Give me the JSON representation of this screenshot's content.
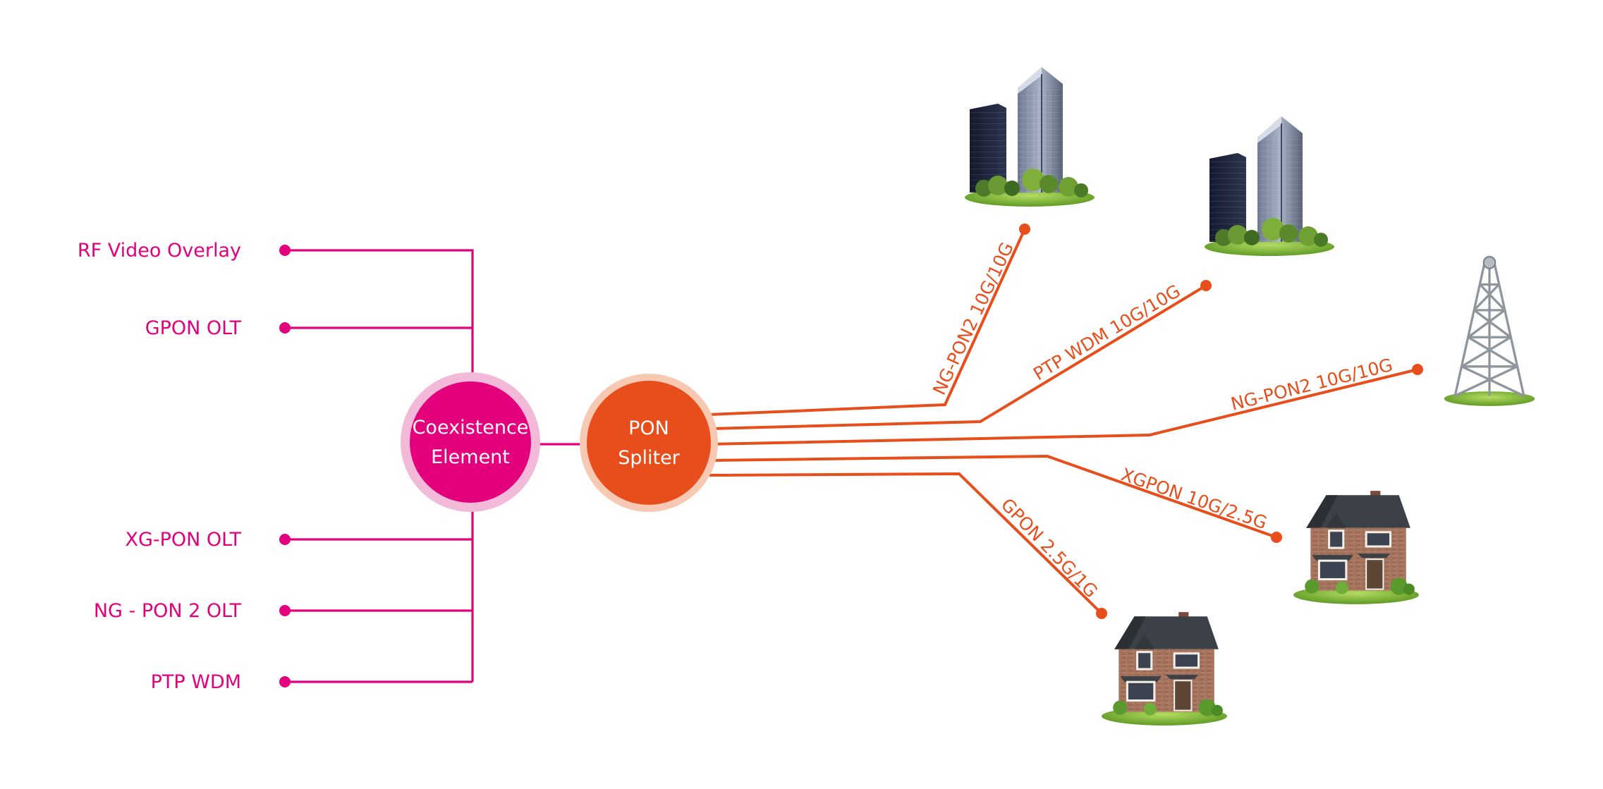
{
  "colors": {
    "magenta": "#e4007c",
    "magenta_halo": "#f2b9d8",
    "orange": "#e84e1b",
    "orange_halo": "#f7c9b3",
    "grass": "#8cc63f"
  },
  "left_sources": [
    {
      "label": "RF Video Overlay"
    },
    {
      "label": "GPON OLT"
    },
    {
      "label": "XG-PON OLT"
    },
    {
      "label": "NG - PON 2 OLT"
    },
    {
      "label": "PTP WDM"
    }
  ],
  "coexistence": {
    "line1": "Coexistence",
    "line2": "Element"
  },
  "splitter": {
    "line1": "PON",
    "line2": "Spliter"
  },
  "fibers": [
    {
      "label": "NG-PON2 10G/10G",
      "destination": "office-towers-icon"
    },
    {
      "label": "PTP WDM 10G/10G",
      "destination": "office-towers-icon"
    },
    {
      "label": "NG-PON2 10G/10G",
      "destination": "cell-tower-icon"
    },
    {
      "label": "XGPON 10G/2.5G",
      "destination": "house-icon"
    },
    {
      "label": "GPON 2.5G/1G",
      "destination": "house-icon"
    }
  ]
}
